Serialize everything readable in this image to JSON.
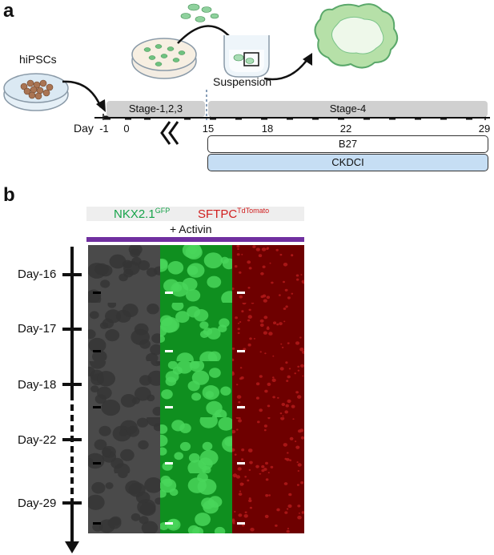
{
  "panel_a": {
    "label": "a",
    "hipsc_label": "hiPSCs",
    "suspension_label": "Suspension",
    "stage_early_label": "Stage-1,2,3",
    "stage_late_label": "Stage-4",
    "day_word": "Day",
    "ticks": [
      "-1",
      "0",
      "15",
      "18",
      "22",
      "29"
    ],
    "media": [
      {
        "label": "B27",
        "color": "#ffffff"
      },
      {
        "label": "CKDCI",
        "color": "#c6def4"
      }
    ]
  },
  "panel_b": {
    "label": "b",
    "header": {
      "green_label": "NKX2.1",
      "green_sup": "GFP",
      "red_label": "SFTPC",
      "red_sup": "TdTomato",
      "treatment": "+ Activin"
    },
    "rows": [
      "Day-16",
      "Day-17",
      "Day-18",
      "Day-22",
      "Day-29"
    ],
    "channels": [
      "brightfield",
      "nkx21-gfp",
      "sftpc-tdtomato"
    ]
  },
  "colors": {
    "green": "#17a34a",
    "red": "#d12020",
    "purple": "#7030a0",
    "stage_gray": "#d0d0d0",
    "ckdci_blue": "#c6def4",
    "hipsc_orange": "#c98a4b"
  }
}
